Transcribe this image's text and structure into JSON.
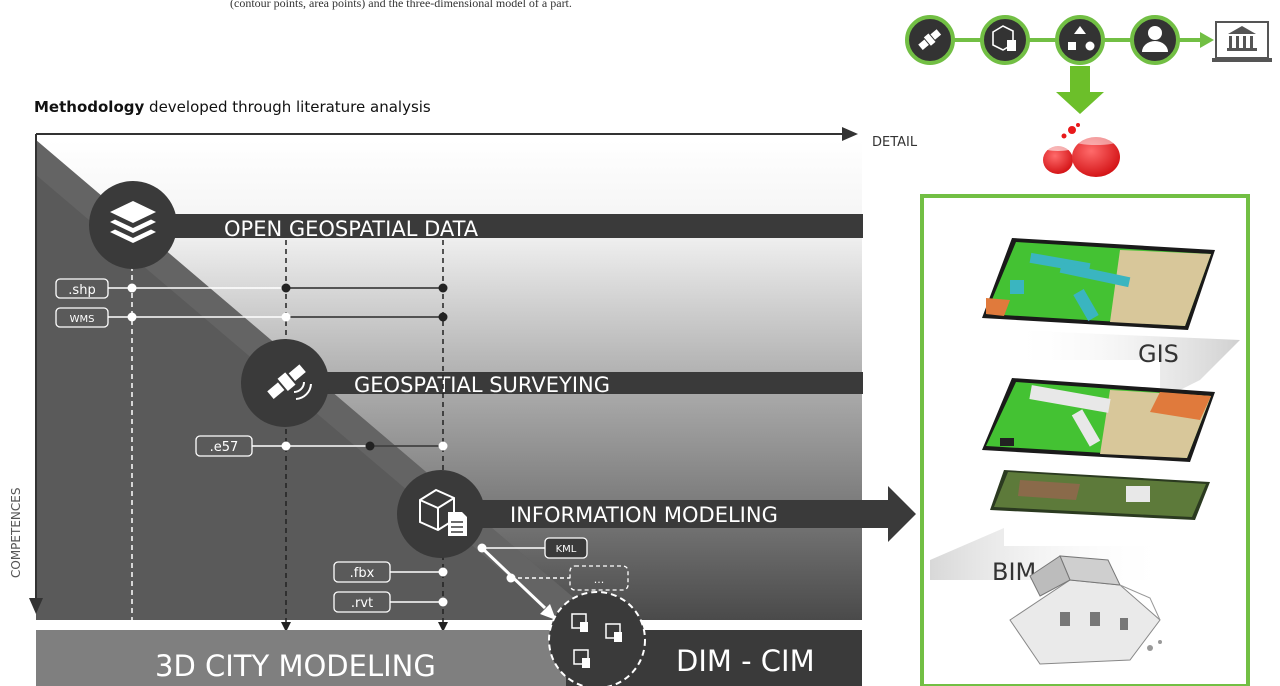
{
  "top_note": "(contour points, area points) and the three-dimensional model of a part.",
  "methodology": {
    "bold": "Methodology",
    "rest": "developed through literature analysis"
  },
  "axes": {
    "x_label": "DETAIL",
    "y_label": "COMPETENCES"
  },
  "bands": [
    {
      "label": "OPEN GEOSPATIAL DATA",
      "icon": "layers-icon"
    },
    {
      "label": "GEOSPATIAL SURVEYING",
      "icon": "satellite-icon"
    },
    {
      "label": "INFORMATION MODELING",
      "icon": "cube-document-icon"
    }
  ],
  "formats": [
    ".shp",
    "WMS",
    ".e57",
    "KML",
    "...",
    ".fbx",
    ".rvt"
  ],
  "bottom": {
    "city_modeling": "3D CITY MODELING",
    "dim_cim": "DIM - CIM"
  },
  "workflow_icons": [
    "satellite-icon",
    "cube-document-icon",
    "process-icon",
    "user-icon",
    "institution-icon"
  ],
  "layers_panel": {
    "gis": "GIS",
    "bim": "BIM"
  },
  "colors": {
    "accent_green": "#72bf44",
    "dark": "#3c3c3c",
    "arrow_green": "#6cbf2a",
    "red": "#e8191b"
  }
}
